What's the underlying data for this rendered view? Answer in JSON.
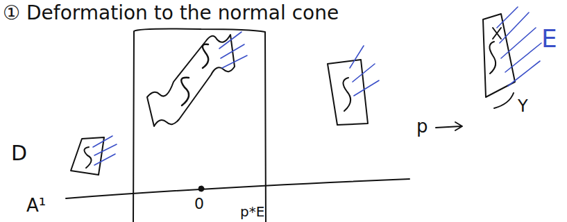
{
  "diagram": {
    "title": "① Deformation to the normal cone",
    "labels": [
      "D",
      "A¹",
      "0",
      "p*E",
      "p",
      "Y",
      "E"
    ]
  }
}
